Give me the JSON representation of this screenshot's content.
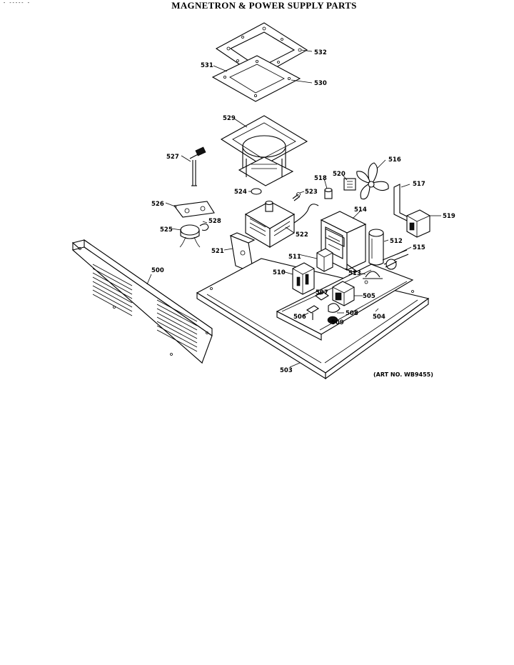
{
  "page": {
    "title": "MAGNETRON & POWER SUPPLY PARTS",
    "corner_mark": "- ----- -",
    "art_number": "(ART NO. WB9455)"
  },
  "labels": {
    "p532": "532",
    "p531": "531",
    "p530": "530",
    "p529": "529",
    "p527": "527",
    "p526": "526",
    "p525": "525",
    "p528": "528",
    "p524": "524",
    "p523": "523",
    "p522": "522",
    "p521": "521",
    "p518": "518",
    "p520": "520",
    "p516": "516",
    "p517": "517",
    "p519": "519",
    "p514": "514",
    "p512": "512",
    "p515": "515",
    "p511": "511",
    "p510": "510",
    "p513": "513",
    "p507": "507",
    "p505": "505",
    "p506": "506",
    "p508": "508",
    "p509": "509",
    "p504": "504",
    "p503": "503",
    "p500": "500"
  }
}
